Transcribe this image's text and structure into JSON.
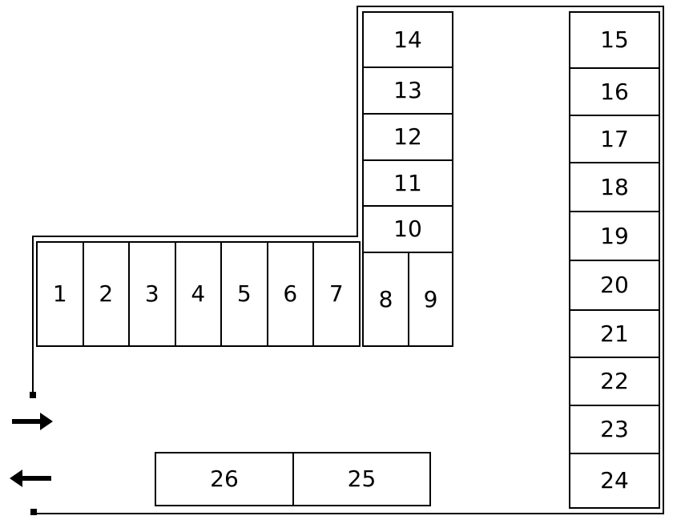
{
  "diagram": {
    "type": "parking-lot-map",
    "background": "#ffffff",
    "line_color": "#000000",
    "text_color": "#000000",
    "spaces": {
      "row": [
        "1",
        "2",
        "3",
        "4",
        "5",
        "6",
        "7",
        "8",
        "9"
      ],
      "upper_column": [
        "14",
        "13",
        "12",
        "11",
        "10"
      ],
      "right_column": [
        "15",
        "16",
        "17",
        "18",
        "19",
        "20",
        "21",
        "22",
        "23",
        "24"
      ],
      "bottom_row": [
        "26",
        "25"
      ]
    },
    "icons": {
      "entry_arrow": "right-arrow-icon",
      "exit_arrow": "left-arrow-icon",
      "wall_marker_upper": "small-black-square",
      "wall_marker_lower": "small-black-square"
    }
  }
}
